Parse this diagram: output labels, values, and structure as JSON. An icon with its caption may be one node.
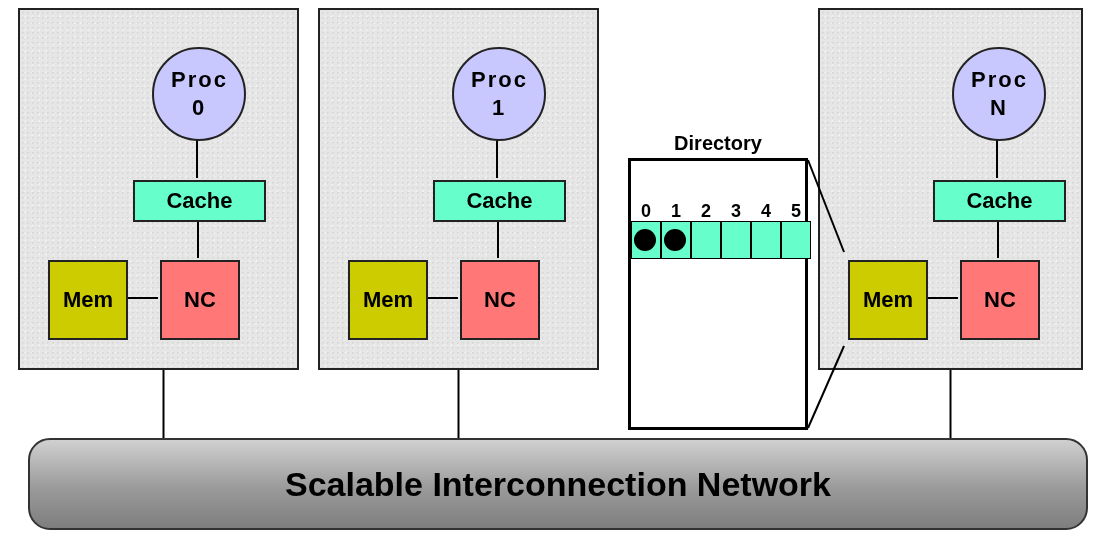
{
  "diagram": {
    "nodes": [
      {
        "text": [],
        "shape": "box"
      },
      {
        "text": [
          "Proc 0"
        ],
        "in": 0
      },
      {
        "text": [
          "Cache"
        ],
        "in": 0
      },
      {
        "text": [
          "Mem"
        ],
        "in": 0
      },
      {
        "text": [
          "NC"
        ],
        "in": 0
      },
      {
        "text": [],
        "shape": "box"
      },
      {
        "text": [
          "Proc 1"
        ],
        "in": 5
      },
      {
        "text": [
          "Cache"
        ],
        "in": 5
      },
      {
        "text": [
          "Mem"
        ],
        "in": 5
      },
      {
        "text": [
          "NC"
        ],
        "in": 5
      },
      {
        "text": [
          "Directory"
        ]
      },
      {
        "text": [],
        "shape": "box"
      },
      {
        "text": [
          "Proc N"
        ],
        "in": 11
      },
      {
        "text": [
          "Cache"
        ],
        "in": 11
      },
      {
        "text": [
          "Mem"
        ],
        "in": 11
      },
      {
        "text": [
          "NC"
        ],
        "in": 11
      },
      {
        "text": [
          "Scalable Interconnection Network"
        ]
      }
    ],
    "edges": [
      {
        "from": 1,
        "to": 2,
        "arrow": "none"
      },
      {
        "from": 2,
        "to": 4,
        "arrow": "none"
      },
      {
        "from": 3,
        "to": 4,
        "arrow": "none"
      },
      {
        "from": 6,
        "to": 7,
        "arrow": "none"
      },
      {
        "from": 7,
        "to": 9,
        "arrow": "none"
      },
      {
        "from": 8,
        "to": 9,
        "arrow": "none"
      },
      {
        "from": 12,
        "to": 13,
        "arrow": "none"
      },
      {
        "from": 13,
        "to": 15,
        "arrow": "none"
      },
      {
        "from": 14,
        "to": 15,
        "arrow": "none"
      },
      {
        "from": 0,
        "to": 16,
        "arrow": "none"
      },
      {
        "from": 5,
        "to": 16,
        "arrow": "none"
      },
      {
        "from": 11,
        "to": 16,
        "arrow": "none"
      },
      {
        "from": 10,
        "to": 14,
        "arrow": "none"
      },
      {
        "from": 10,
        "to": 14,
        "arrow": "none"
      }
    ],
    "labels": [
      "0",
      "1",
      "2",
      "3",
      "4",
      "5"
    ]
  }
}
